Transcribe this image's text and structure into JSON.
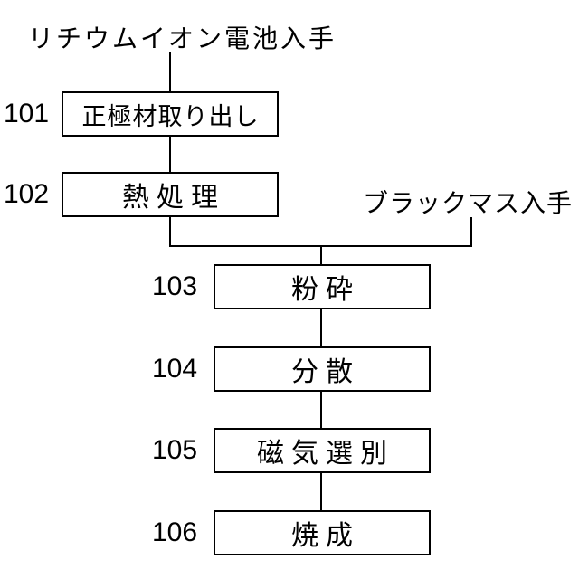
{
  "figure": {
    "type": "flowchart",
    "background_color": "#ffffff",
    "line_color": "#000000",
    "sources": [
      {
        "id": "source-top",
        "label": "リチウムイオン電池入手"
      },
      {
        "id": "source-right",
        "label": "ブラックマス入手"
      }
    ],
    "steps": [
      {
        "number": "101",
        "label": "正極材取り出し"
      },
      {
        "number": "102",
        "label": "熱処理"
      },
      {
        "number": "103",
        "label": "粉砕"
      },
      {
        "number": "104",
        "label": "分散"
      },
      {
        "number": "105",
        "label": "磁気選別"
      },
      {
        "number": "106",
        "label": "焼成"
      }
    ]
  }
}
